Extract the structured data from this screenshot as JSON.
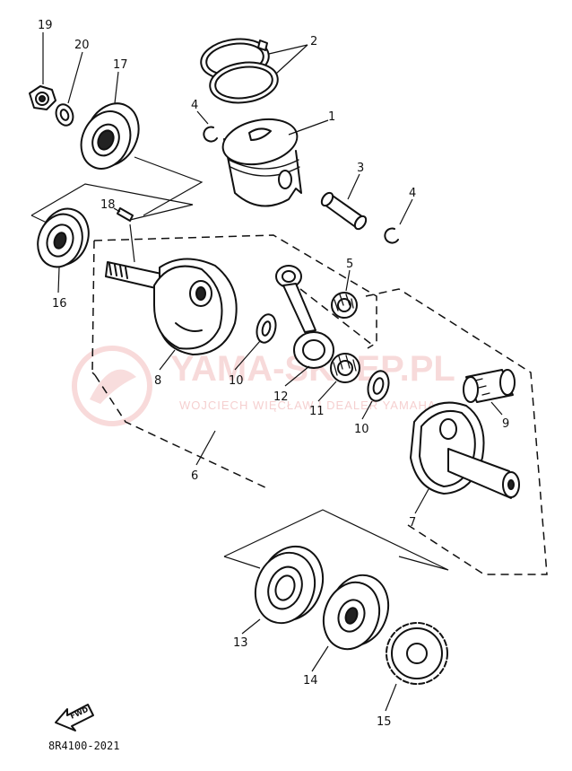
{
  "diagram_code": "8R4100-2021",
  "fwd_label": "FWD",
  "watermark": {
    "main": "YAMA-SKLEP.PL",
    "sub": "WOJCIECH WIĘCŁAW | DEALER YAMAHA"
  },
  "callouts": [
    {
      "id": "c19",
      "label": "19"
    },
    {
      "id": "c20",
      "label": "20"
    },
    {
      "id": "c17",
      "label": "17"
    },
    {
      "id": "c2",
      "label": "2"
    },
    {
      "id": "c4a",
      "label": "4"
    },
    {
      "id": "c1",
      "label": "1"
    },
    {
      "id": "c3",
      "label": "3"
    },
    {
      "id": "c4b",
      "label": "4"
    },
    {
      "id": "c18",
      "label": "18"
    },
    {
      "id": "c16",
      "label": "16"
    },
    {
      "id": "c5",
      "label": "5"
    },
    {
      "id": "c8",
      "label": "8"
    },
    {
      "id": "c10a",
      "label": "10"
    },
    {
      "id": "c12",
      "label": "12"
    },
    {
      "id": "c11",
      "label": "11"
    },
    {
      "id": "c10b",
      "label": "10"
    },
    {
      "id": "c9",
      "label": "9"
    },
    {
      "id": "c6",
      "label": "6"
    },
    {
      "id": "c7",
      "label": "7"
    },
    {
      "id": "c13",
      "label": "13"
    },
    {
      "id": "c14",
      "label": "14"
    },
    {
      "id": "c15",
      "label": "15"
    }
  ]
}
